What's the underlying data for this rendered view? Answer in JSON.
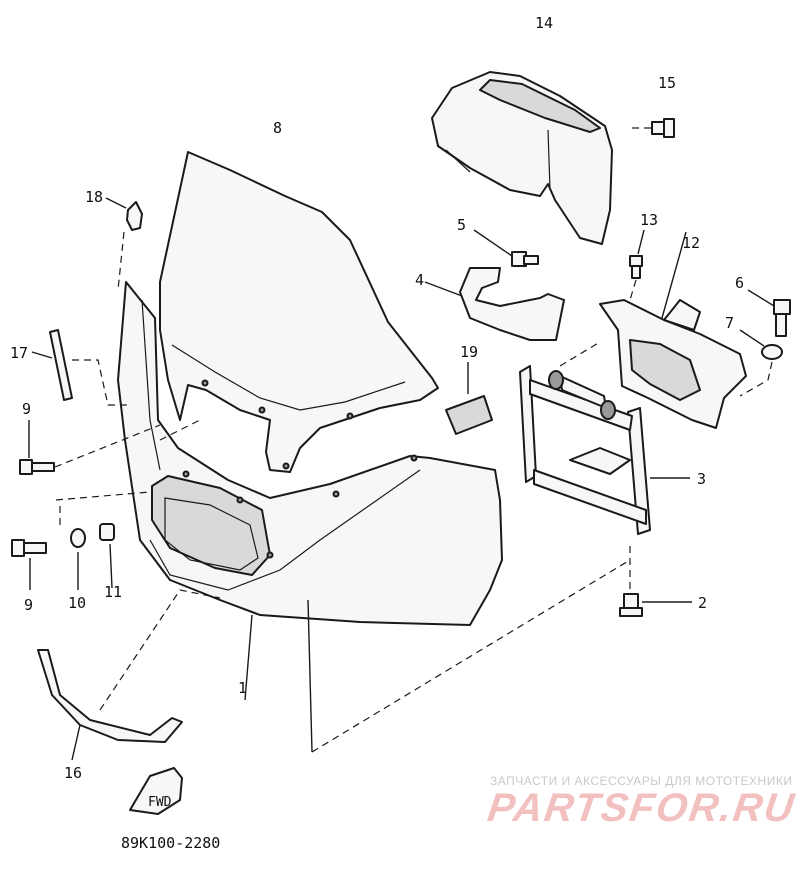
{
  "diagram": {
    "reference_code": "89K100-2280",
    "callouts": {
      "c1": "1",
      "c2": "2",
      "c3": "3",
      "c4": "4",
      "c5": "5",
      "c6": "6",
      "c7": "7",
      "c8": "8",
      "c9a": "9",
      "c9b": "9",
      "c10": "10",
      "c11": "11",
      "c12": "12",
      "c13": "13",
      "c14": "14",
      "c15": "15",
      "c16": "16",
      "c17": "17",
      "c18": "18",
      "c19": "19"
    },
    "fwd_label": "FWD"
  },
  "watermark": {
    "tagline": "ЗАПЧАСТИ И АКСЕССУАРЫ ДЛЯ МОТОТЕХНИКИ",
    "brand": "PARTSFOR.RU"
  }
}
